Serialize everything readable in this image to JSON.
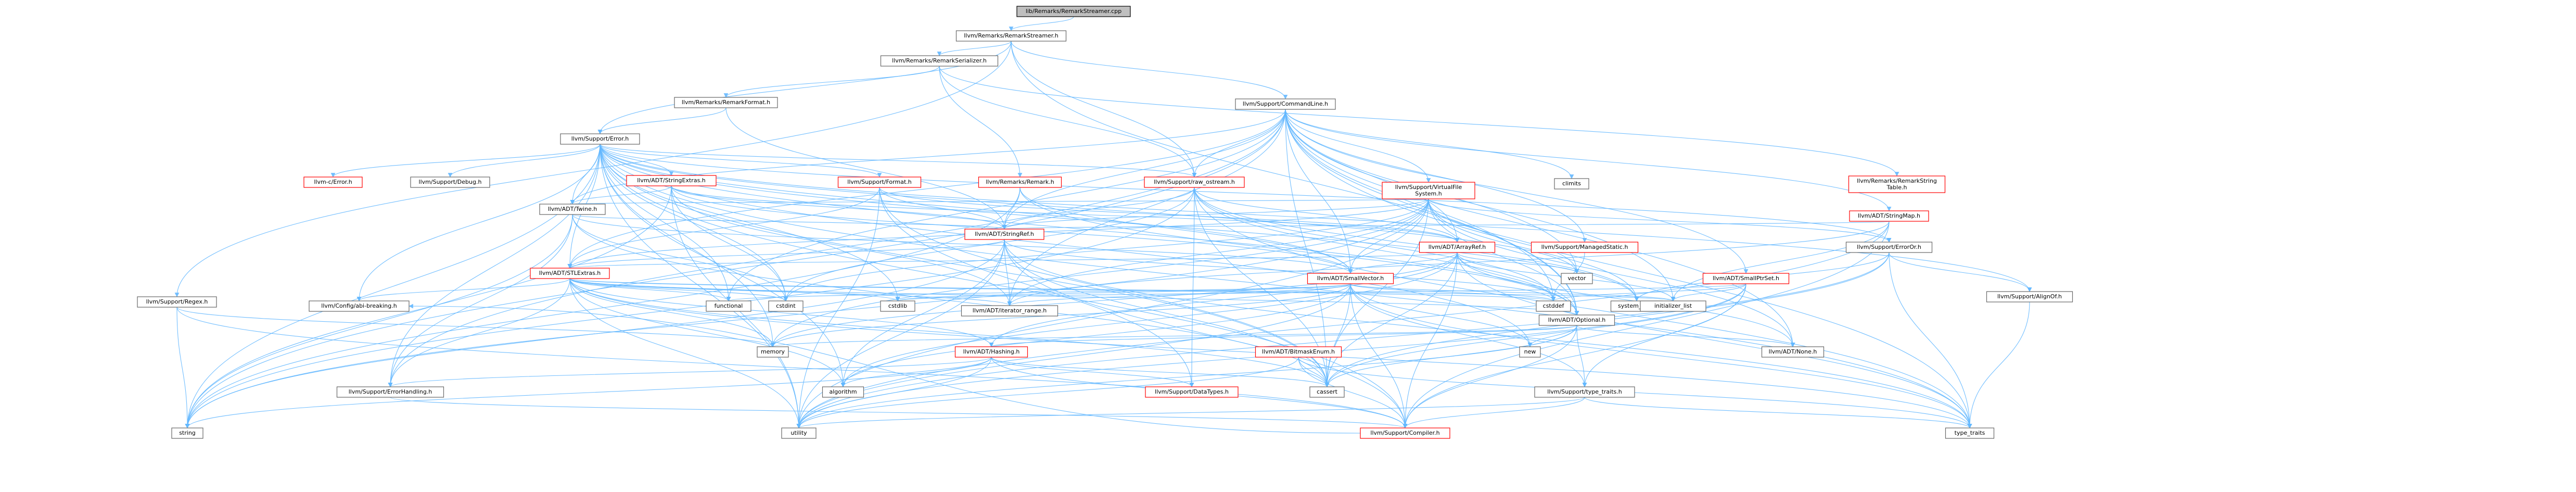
{
  "graph": {
    "root": "lib/Remarks/RemarkStreamer.cpp",
    "nodes": [
      {
        "id": "root",
        "label": "lib/Remarks/RemarkStreamer.cpp",
        "style": "root"
      },
      {
        "id": "rs_h",
        "label": "llvm/Remarks/RemarkStreamer.h",
        "style": "normal"
      },
      {
        "id": "rser",
        "label": "llvm/Remarks/RemarkSerializer.h",
        "style": "normal"
      },
      {
        "id": "cmdline",
        "label": "llvm/Support/CommandLine.h",
        "style": "normal"
      },
      {
        "id": "regex",
        "label": "llvm/Support/Regex.h",
        "style": "normal"
      },
      {
        "id": "rfmt",
        "label": "llvm/Remarks/RemarkFormat.h",
        "style": "normal"
      },
      {
        "id": "error",
        "label": "llvm/Support/Error.h",
        "style": "normal"
      },
      {
        "id": "rstrtab",
        "label": "llvm/Remarks/RemarkString\nTable.h",
        "style": "red"
      },
      {
        "id": "cerror",
        "label": "llvm-c/Error.h",
        "style": "red"
      },
      {
        "id": "debug",
        "label": "llvm/Support/Debug.h",
        "style": "normal"
      },
      {
        "id": "strextras",
        "label": "llvm/ADT/StringExtras.h",
        "style": "red"
      },
      {
        "id": "twine",
        "label": "llvm/ADT/Twine.h",
        "style": "normal"
      },
      {
        "id": "format",
        "label": "llvm/Support/Format.h",
        "style": "red"
      },
      {
        "id": "remark",
        "label": "llvm/Remarks/Remark.h",
        "style": "red"
      },
      {
        "id": "rawos",
        "label": "llvm/Support/raw_ostream.h",
        "style": "red"
      },
      {
        "id": "vfs",
        "label": "llvm/Support/VirtualFile\nSystem.h",
        "style": "red"
      },
      {
        "id": "strmap",
        "label": "llvm/ADT/StringMap.h",
        "style": "red"
      },
      {
        "id": "climits",
        "label": "climits",
        "style": "normal"
      },
      {
        "id": "erroror",
        "label": "llvm/Support/ErrorOr.h",
        "style": "normal"
      },
      {
        "id": "strref",
        "label": "llvm/ADT/StringRef.h",
        "style": "red"
      },
      {
        "id": "arrref",
        "label": "llvm/ADT/ArrayRef.h",
        "style": "red"
      },
      {
        "id": "managed",
        "label": "llvm/Support/ManagedStatic.h",
        "style": "red"
      },
      {
        "id": "smallptrset",
        "label": "llvm/ADT/SmallPtrSet.h",
        "style": "red"
      },
      {
        "id": "alignof",
        "label": "llvm/Support/AlignOf.h",
        "style": "normal"
      },
      {
        "id": "stlextras",
        "label": "llvm/ADT/STLExtras.h",
        "style": "red"
      },
      {
        "id": "smallvec",
        "label": "llvm/ADT/SmallVector.h",
        "style": "red"
      },
      {
        "id": "vector",
        "label": "vector",
        "style": "normal"
      },
      {
        "id": "syserr",
        "label": "system_error",
        "style": "normal"
      },
      {
        "id": "optional",
        "label": "llvm/ADT/Optional.h",
        "style": "normal"
      },
      {
        "id": "iterrange",
        "label": "llvm/ADT/iterator_range.h",
        "style": "normal"
      },
      {
        "id": "cstddef",
        "label": "cstddef",
        "style": "normal"
      },
      {
        "id": "initlist",
        "label": "initializer_list",
        "style": "normal"
      },
      {
        "id": "abibreak",
        "label": "llvm/Config/abi-breaking.h",
        "style": "normal"
      },
      {
        "id": "functional",
        "label": "functional",
        "style": "normal"
      },
      {
        "id": "cstdint",
        "label": "cstdint",
        "style": "normal"
      },
      {
        "id": "cstdlib",
        "label": "cstdlib",
        "style": "normal"
      },
      {
        "id": "hashing",
        "label": "llvm/ADT/Hashing.h",
        "style": "red"
      },
      {
        "id": "bitmask",
        "label": "llvm/ADT/BitmaskEnum.h",
        "style": "red"
      },
      {
        "id": "new",
        "label": "new",
        "style": "normal"
      },
      {
        "id": "none",
        "label": "llvm/ADT/None.h",
        "style": "normal"
      },
      {
        "id": "memory",
        "label": "memory",
        "style": "normal"
      },
      {
        "id": "typetraits_s",
        "label": "llvm/Support/type_traits.h",
        "style": "normal"
      },
      {
        "id": "errhandling",
        "label": "llvm/Support/ErrorHandling.h",
        "style": "normal"
      },
      {
        "id": "algorithm",
        "label": "algorithm",
        "style": "normal"
      },
      {
        "id": "datatypes",
        "label": "llvm/Support/DataTypes.h",
        "style": "red"
      },
      {
        "id": "cassert",
        "label": "cassert",
        "style": "normal"
      },
      {
        "id": "string",
        "label": "string",
        "style": "normal"
      },
      {
        "id": "utility",
        "label": "utility",
        "style": "normal"
      },
      {
        "id": "compiler",
        "label": "llvm/Support/Compiler.h",
        "style": "red"
      },
      {
        "id": "type_traits",
        "label": "type_traits",
        "style": "normal"
      }
    ]
  }
}
